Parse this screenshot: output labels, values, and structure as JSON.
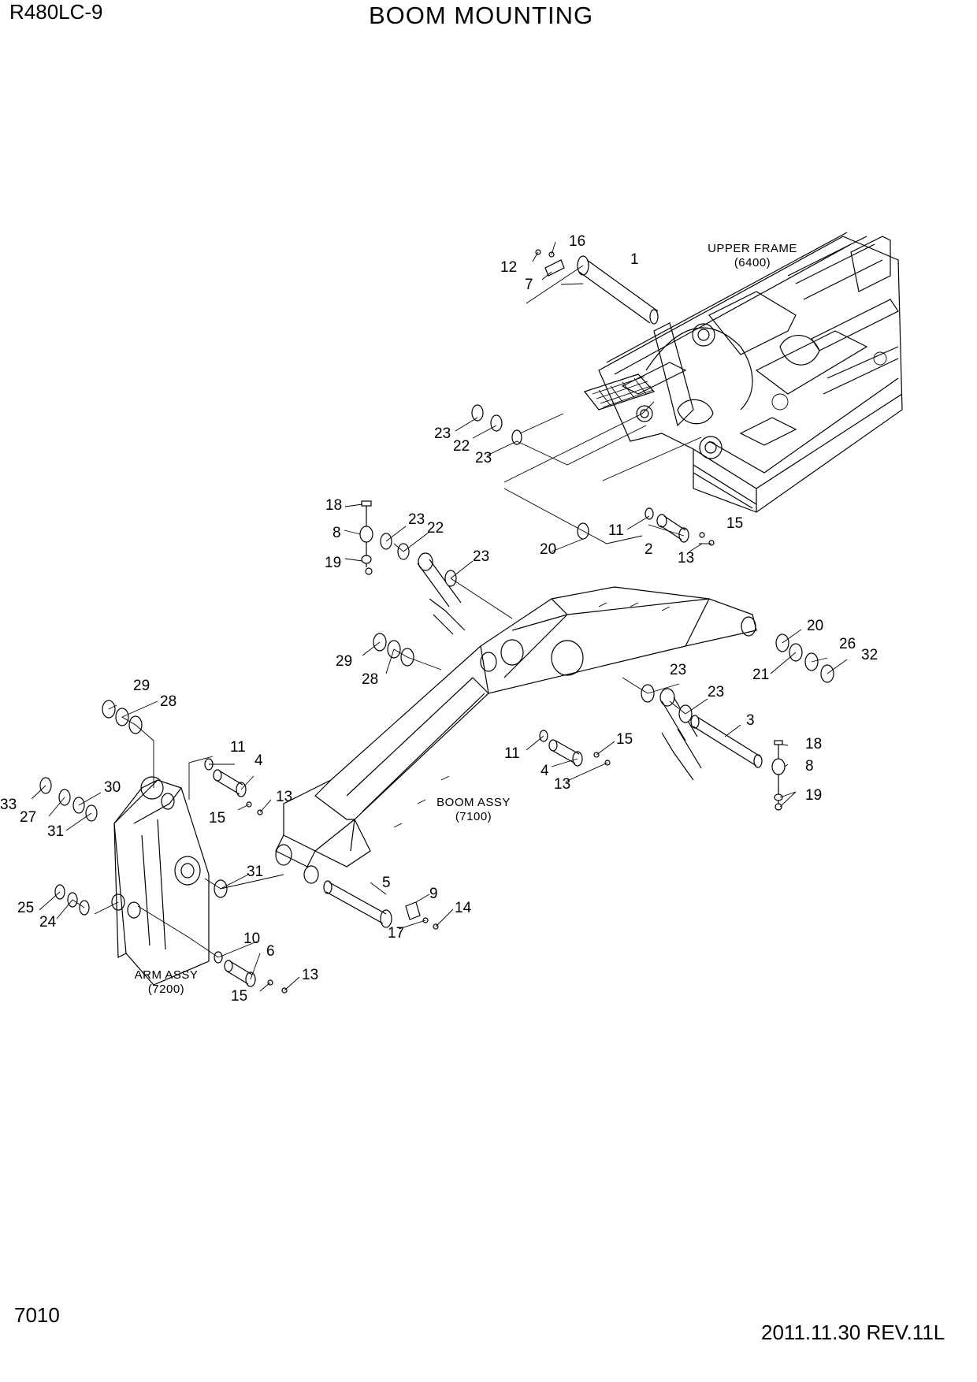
{
  "header": {
    "model": "R480LC-9",
    "title": "BOOM MOUNTING"
  },
  "footer": {
    "page_number": "7010",
    "revision": "2011.11.30  REV.11L"
  },
  "assembly_labels": [
    {
      "id": "upper-frame",
      "name": "UPPER FRAME",
      "code": "(6400)"
    },
    {
      "id": "boom-assy",
      "name": "BOOM ASSY",
      "code": "(7100)"
    },
    {
      "id": "arm-assy",
      "name": "ARM ASSY",
      "code": "(7200)"
    }
  ],
  "callouts": [
    "16",
    "1",
    "12",
    "7",
    "23",
    "22",
    "23",
    "18",
    "8",
    "23",
    "22",
    "19",
    "23",
    "20",
    "11",
    "2",
    "15",
    "13",
    "29",
    "28",
    "20",
    "21",
    "26",
    "32",
    "23",
    "23",
    "3",
    "11",
    "15",
    "4",
    "13",
    "18",
    "8",
    "19",
    "29",
    "28",
    "11",
    "4",
    "33",
    "30",
    "27",
    "31",
    "13",
    "15",
    "31",
    "5",
    "9",
    "14",
    "17",
    "25",
    "24",
    "10",
    "6",
    "13",
    "15"
  ]
}
